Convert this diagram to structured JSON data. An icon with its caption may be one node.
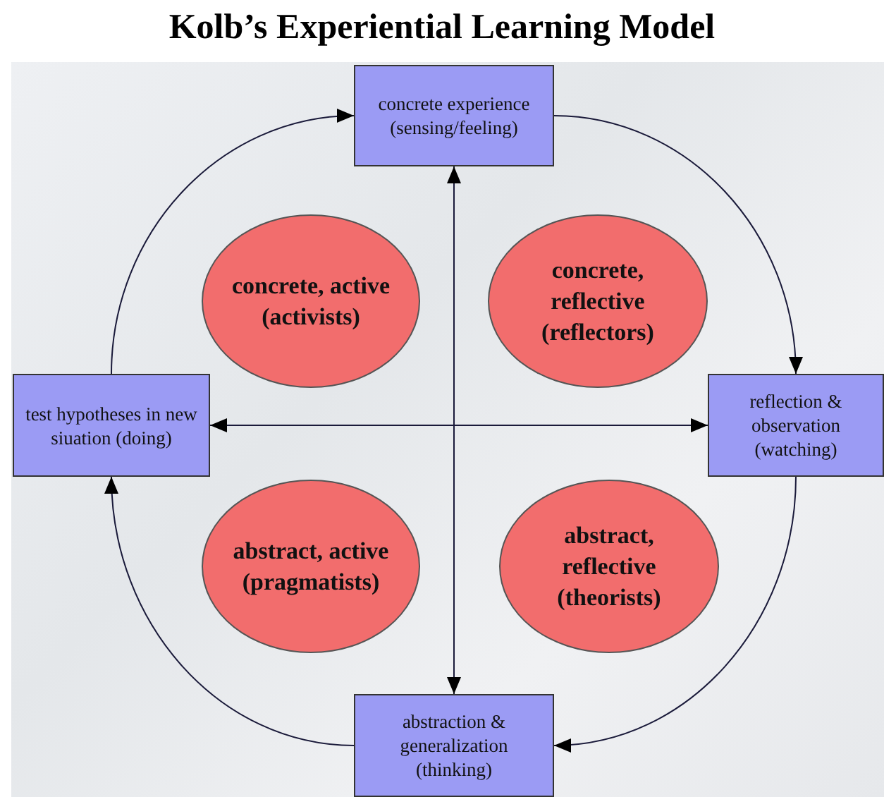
{
  "diagram": {
    "title": "Kolb’s Experiential Learning Model",
    "nodes": [
      {
        "text": [
          "concrete experience (sensing/feeling)"
        ]
      },
      {
        "text": [
          "concrete, active (activists)"
        ]
      },
      {
        "text": [
          "concrete, reflective (reflectors)"
        ]
      },
      {
        "text": [
          "test hypotheses in new siuation (doing)"
        ]
      },
      {
        "text": [
          "reflection & observation (watching)"
        ]
      },
      {
        "text": [
          "abstract, active (pragmatists)"
        ]
      },
      {
        "text": [
          "abstract, reflective (theorists)"
        ]
      },
      {
        "text": [
          "abstraction & generalization (thinking)"
        ]
      }
    ],
    "edges": [
      {
        "from": 3,
        "to": 0,
        "arrow": "to"
      },
      {
        "from": 0,
        "to": 4,
        "arrow": "to"
      },
      {
        "from": 4,
        "to": 7,
        "arrow": "to"
      },
      {
        "from": 7,
        "to": 3,
        "arrow": "to"
      },
      {
        "from": 7,
        "to": 0,
        "arrow": "both"
      },
      {
        "from": 3,
        "to": 4,
        "arrow": "both"
      }
    ]
  }
}
